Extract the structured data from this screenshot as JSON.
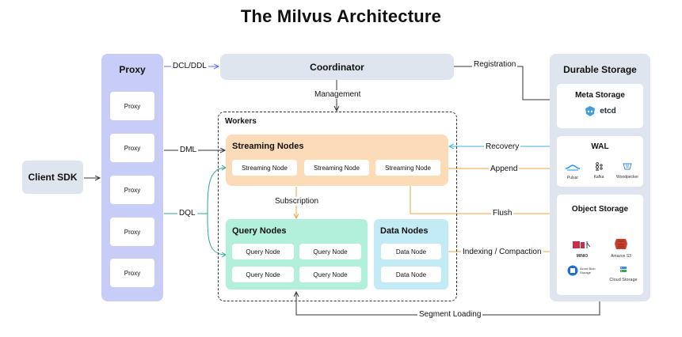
{
  "title": "The Milvus Architecture",
  "client_sdk": "Client SDK",
  "proxy": {
    "title": "Proxy",
    "nodes": [
      "Proxy",
      "Proxy",
      "Proxy",
      "Proxy",
      "Proxy"
    ]
  },
  "coordinator": "Coordinator",
  "workers": {
    "title": "Workers",
    "streaming": {
      "title": "Streaming Nodes",
      "nodes": [
        "Streaming Node",
        "Streaming Node",
        "Streaming Node"
      ]
    },
    "query": {
      "title": "Query Nodes",
      "nodes": [
        "Query Node",
        "Query Node",
        "Query Node",
        "Query Node"
      ]
    },
    "data": {
      "title": "Data Nodes",
      "nodes": [
        "Data Node",
        "Data Node"
      ]
    }
  },
  "durable_storage": {
    "title": "Durable Storage",
    "meta": {
      "title": "Meta Storage",
      "logo": "etcd"
    },
    "wal": {
      "title": "WAL",
      "logos": [
        "Pulsar",
        "Kafka",
        "Woodpecker"
      ]
    },
    "object": {
      "title": "Object Storage",
      "logos": [
        "MINIO",
        "Amazon S3",
        "Azure Blob Storage",
        "Cloud Storage"
      ]
    }
  },
  "edges": {
    "dcl_ddl": "DCL/DDL",
    "registration": "Registration",
    "management": "Management",
    "dml": "DML",
    "dql": "DQL",
    "recovery": "Recovery",
    "append": "Append",
    "subscription": "Subscription",
    "flush": "Flush",
    "indexing": "Indexing / Compaction",
    "segment_loading": "Segment Loading"
  },
  "colors": {
    "proxy": "#c7cdf7",
    "coordinator": "#dfe5ee",
    "streaming": "#fcdcb8",
    "query": "#b3f0dc",
    "data": "#c3ebf6",
    "storage": "#dfe5ee",
    "arrow_blue": "#5b6ef0",
    "arrow_cyan": "#38b7dd",
    "arrow_orange": "#f0a040",
    "arrow_teal": "#2aa796",
    "arrow_dark": "#333333"
  }
}
